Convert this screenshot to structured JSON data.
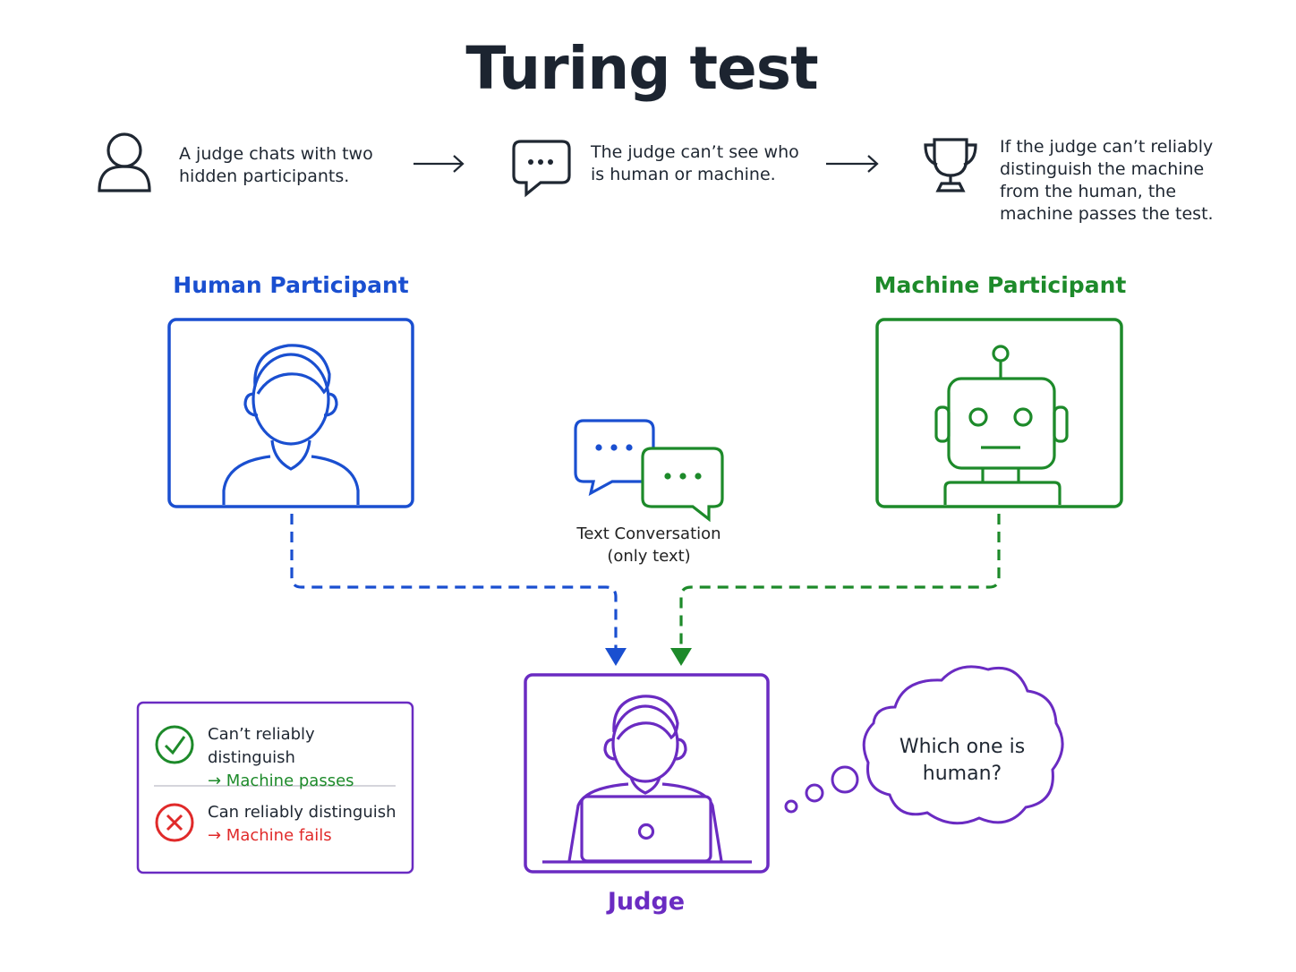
{
  "title": "Turing test",
  "steps": [
    {
      "icon": "person-icon",
      "text_lines": [
        "A judge chats with two",
        "hidden participants."
      ]
    },
    {
      "icon": "chat-bubble-icon",
      "text_lines": [
        "The judge can’t see who",
        "is human or machine."
      ]
    },
    {
      "icon": "trophy-icon",
      "text_lines": [
        "If the judge can’t reliably",
        "distinguish the machine",
        "from the human, the",
        "machine passes the test."
      ]
    }
  ],
  "participants": {
    "human": {
      "label": "Human Participant",
      "icon": "human-avatar-icon",
      "color": "#1a4fd0"
    },
    "machine": {
      "label": "Machine Participant",
      "icon": "robot-icon",
      "color": "#1d8a2a"
    }
  },
  "conversation": {
    "icon": "chat-bubbles-icon",
    "lines": [
      "Text Conversation",
      "(only text)"
    ]
  },
  "judge": {
    "label": "Judge",
    "icon": "judge-laptop-icon",
    "color": "#6a2bc2"
  },
  "thought": {
    "lines": [
      "Which one is",
      "human?"
    ]
  },
  "results": [
    {
      "icon": "check-circle-icon",
      "line1": "Can’t reliably distinguish",
      "line2": "→ Machine passes",
      "color": "#1d8a2a"
    },
    {
      "icon": "x-circle-icon",
      "line1": "Can reliably distinguish",
      "line2": "→ Machine fails",
      "color": "#e02a2a"
    }
  ]
}
